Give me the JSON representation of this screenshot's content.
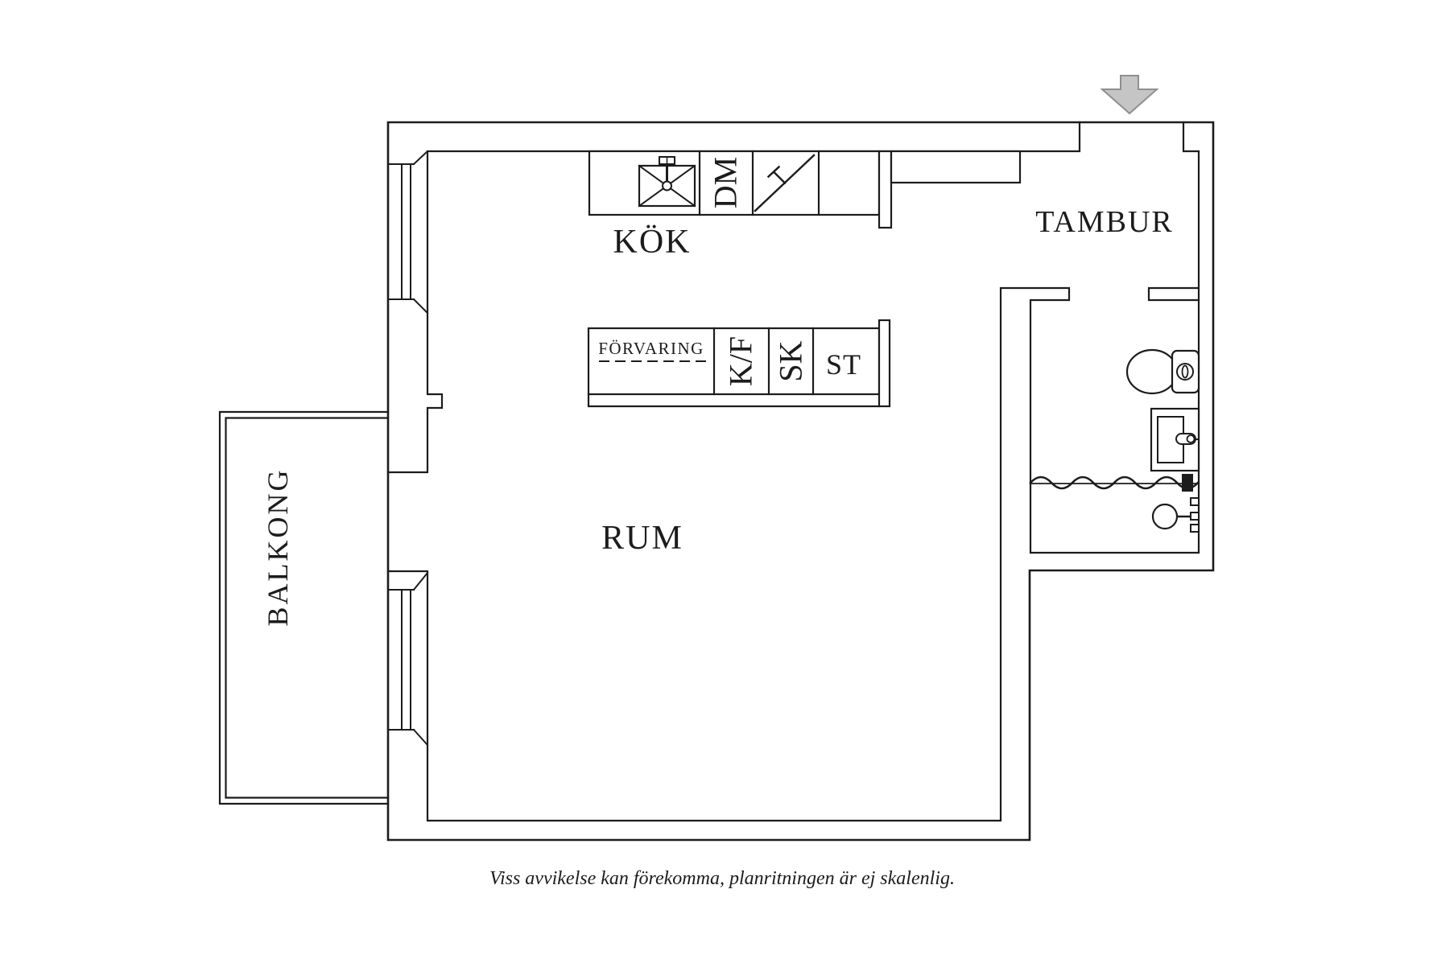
{
  "canvas": {
    "background": "#ffffff",
    "line_color": "#1c1c1c",
    "arrow_fill": "#c5c5c5",
    "arrow_stroke": "#8f8f8f"
  },
  "rooms": {
    "kitchen": {
      "label": "KÖK"
    },
    "living": {
      "label": "RUM"
    },
    "hall": {
      "label": "TAMBUR"
    },
    "balcony": {
      "label": "BALKONG"
    }
  },
  "fixtures": {
    "dishwasher": "DM",
    "storage": "FÖRVARING",
    "fridge_freezer": "K/F",
    "cabinet": "SK",
    "closet": "ST"
  },
  "caption": "Viss avvikelse kan förekomma, planritningen är ej skalenlig."
}
